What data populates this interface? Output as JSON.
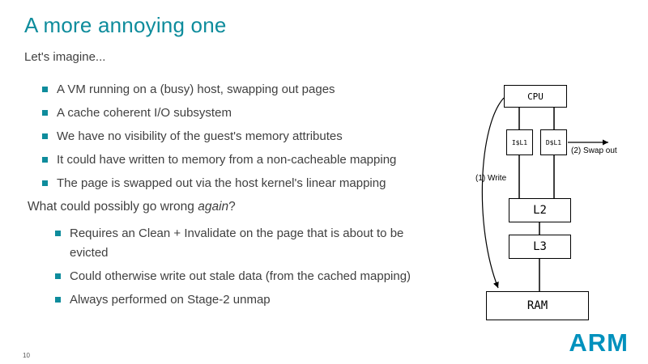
{
  "slide": {
    "title": "A more annoying one",
    "intro": "Let's imagine...",
    "bullets": [
      "A VM running on a (busy) host, swapping out pages",
      "A cache coherent I/O subsystem",
      "We have no visibility of the guest's memory attributes",
      "It could have written to memory from a non-cacheable mapping",
      "The page is swapped out via the host kernel's linear mapping"
    ],
    "question": {
      "prefix": "What could possibly go wrong ",
      "italic": "again",
      "suffix": "?"
    },
    "sub_bullets": [
      "Requires an Clean + Invalidate on the page that is about to be evicted",
      "Could otherwise write out stale data (from the cached mapping)",
      "Always performed on Stage-2 unmap"
    ],
    "page_number": "10",
    "logo_text": "ARM"
  },
  "diagram": {
    "cpu_label": "CPU",
    "icache_label": "I$L1",
    "dcache_label": "D$L1",
    "l2_label": "L2",
    "l3_label": "L3",
    "ram_label": "RAM",
    "write_label": "(1) Write",
    "swap_out_label": "(2) Swap out"
  },
  "colors": {
    "accent_teal": "#0e8c9c",
    "arm_blue": "#0091bd",
    "body_text": "#404040"
  }
}
